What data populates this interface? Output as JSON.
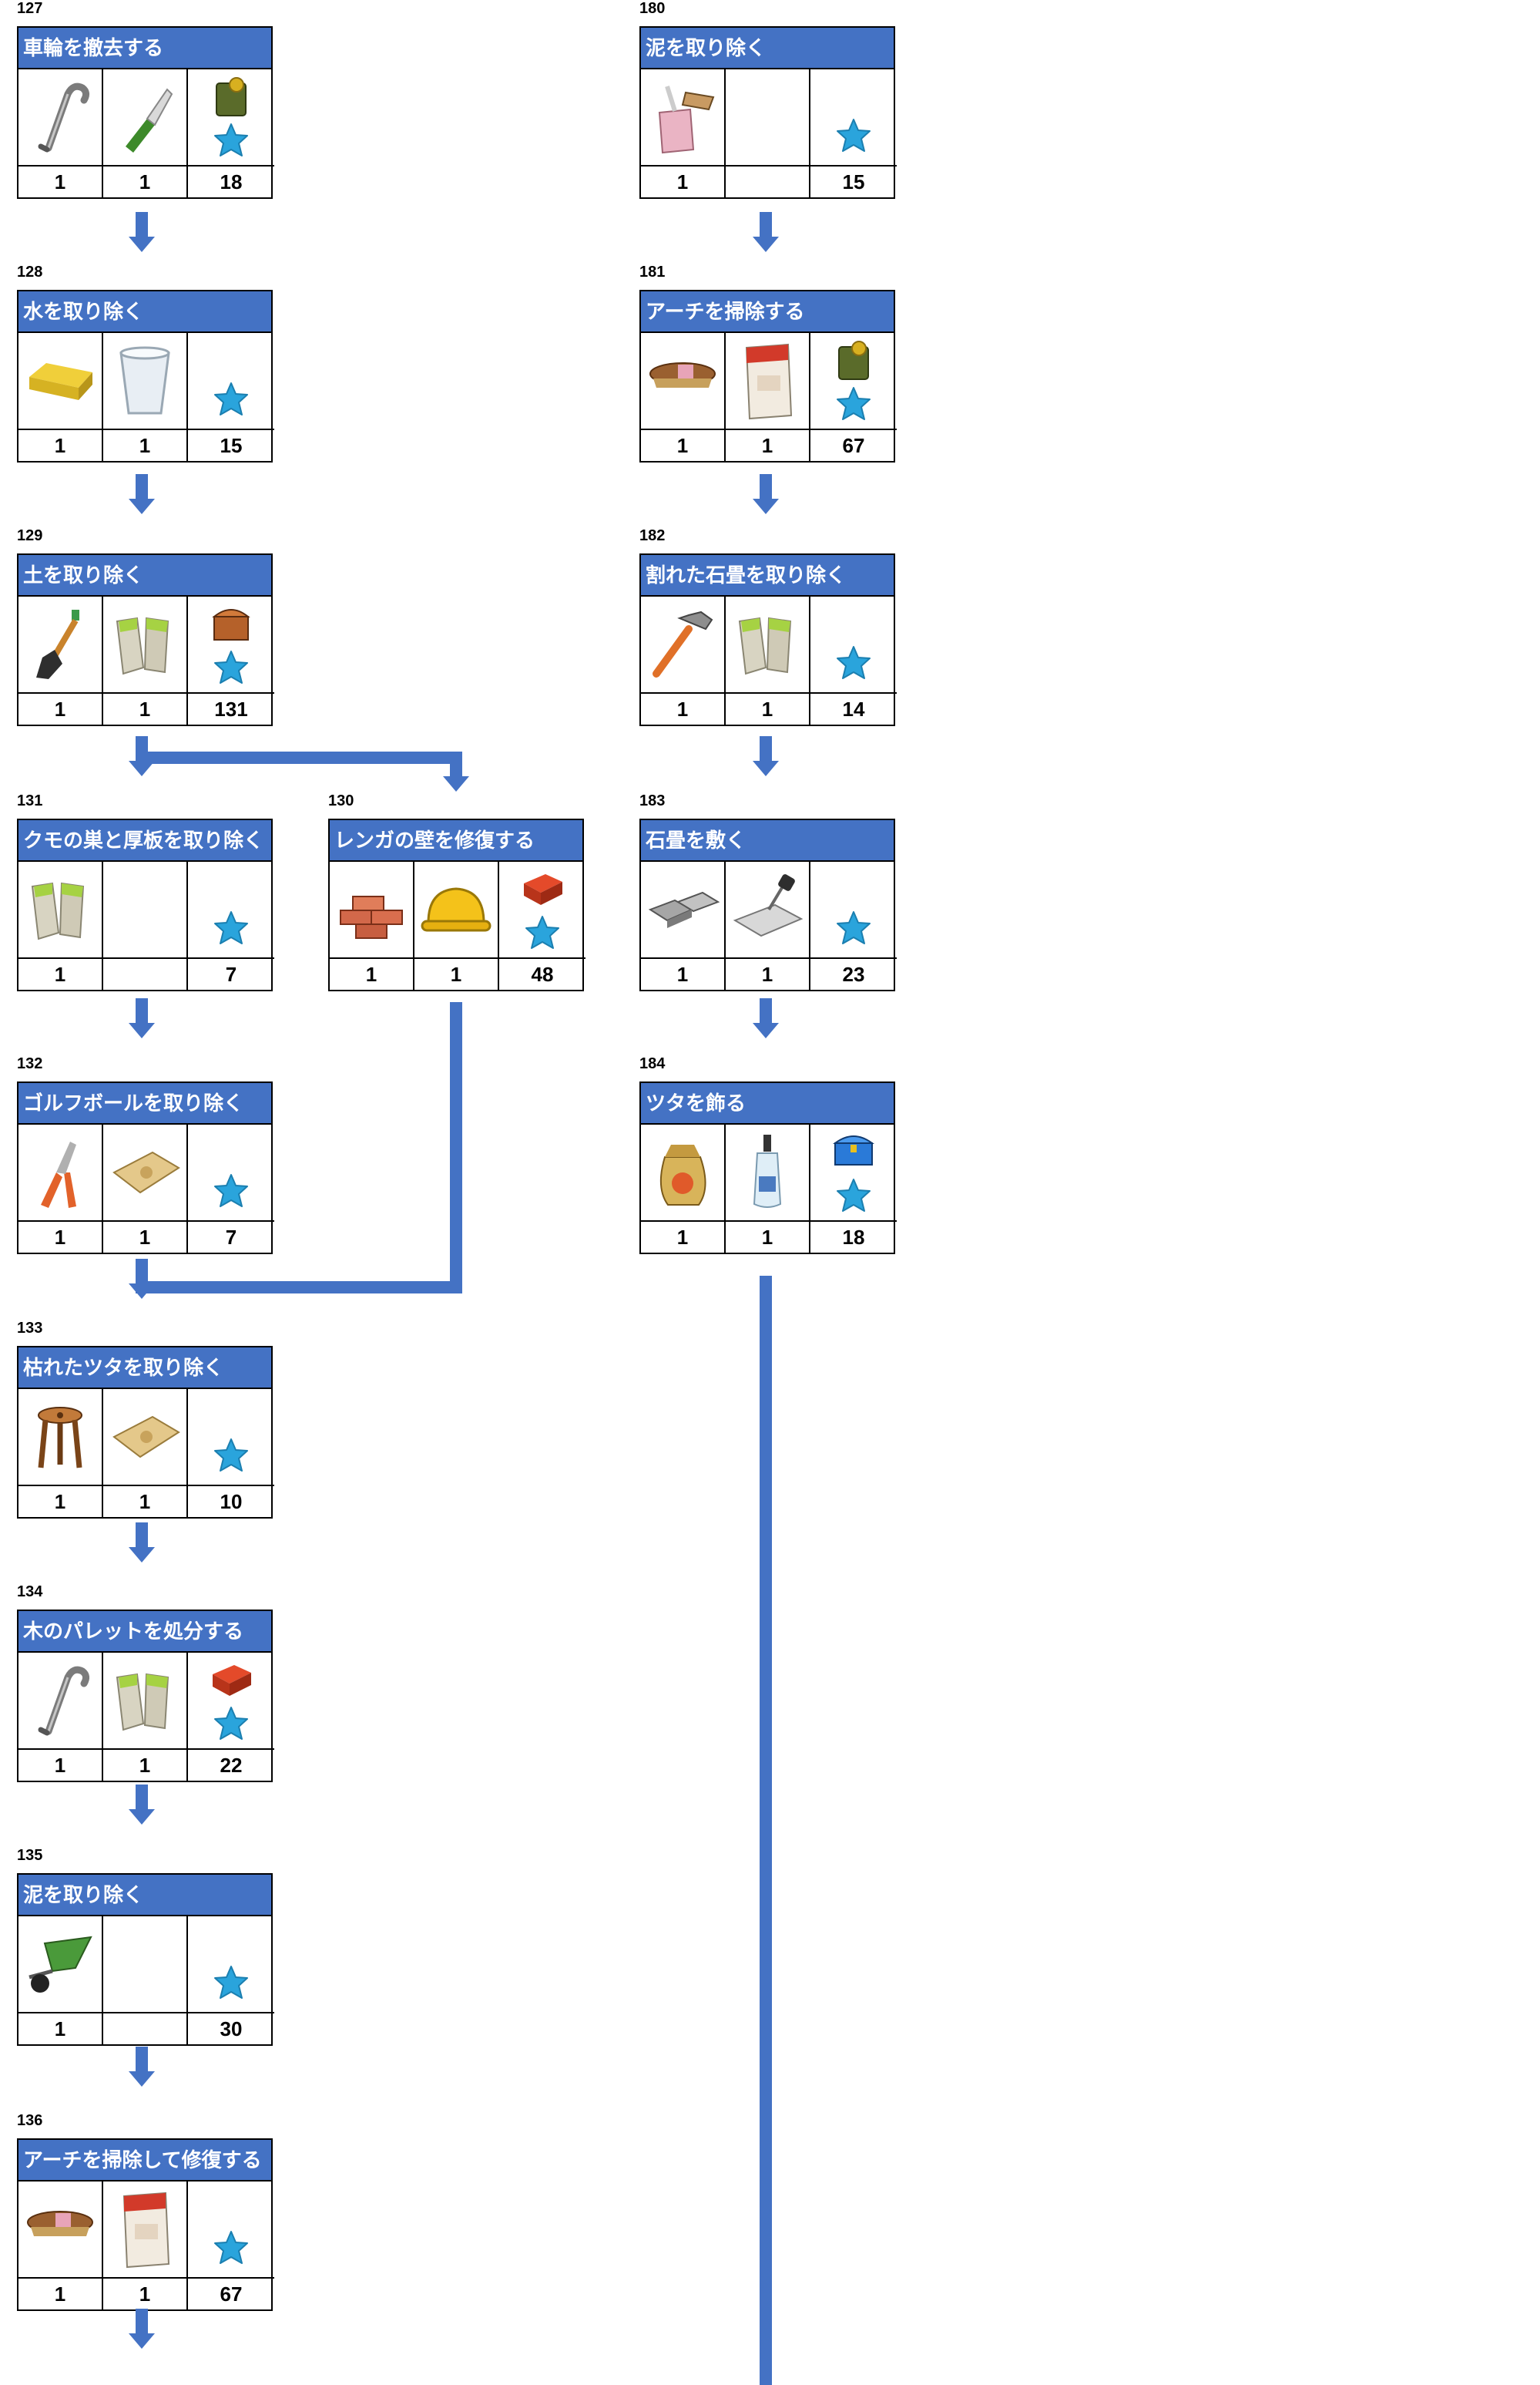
{
  "colors": {
    "header": "#4472c4",
    "arrow": "#4472c4",
    "border": "#000000"
  },
  "tasks": [
    {
      "id": "127",
      "title": "車輪を撤去する",
      "items": [
        "crowbar-icon",
        "utility-knife-icon",
        "fuel-can-star-icon"
      ],
      "qty": [
        "1",
        "1",
        "18"
      ]
    },
    {
      "id": "128",
      "title": "水を取り除く",
      "items": [
        "sponge-icon",
        "bucket-icon",
        "star-icon"
      ],
      "qty": [
        "1",
        "1",
        "15"
      ]
    },
    {
      "id": "129",
      "title": "土を取り除く",
      "items": [
        "shovel-icon",
        "gloves-icon",
        "chest-star-icon"
      ],
      "qty": [
        "1",
        "1",
        "131"
      ]
    },
    {
      "id": "131",
      "title": "クモの巣と厚板を取り除く",
      "items": [
        "gloves-icon",
        "",
        "star-icon"
      ],
      "qty": [
        "1",
        "",
        "7"
      ]
    },
    {
      "id": "130",
      "title": "レンガの壁を修復する",
      "items": [
        "bricks-icon",
        "hard-hat-icon",
        "brick-box-star-icon"
      ],
      "qty": [
        "1",
        "1",
        "48"
      ]
    },
    {
      "id": "132",
      "title": "ゴルフボールを取り除く",
      "items": [
        "pliers-icon",
        "sandbag-icon",
        "star-icon"
      ],
      "qty": [
        "1",
        "1",
        "7"
      ]
    },
    {
      "id": "133",
      "title": "枯れたツタを取り除く",
      "items": [
        "stool-icon",
        "sandbag-icon",
        "star-icon"
      ],
      "qty": [
        "1",
        "1",
        "10"
      ]
    },
    {
      "id": "134",
      "title": "木のパレットを処分する",
      "items": [
        "crowbar-icon",
        "gloves-icon",
        "brick-box-star-icon"
      ],
      "qty": [
        "1",
        "1",
        "22"
      ]
    },
    {
      "id": "135",
      "title": "泥を取り除く",
      "items": [
        "wheelbarrow-icon",
        "",
        "star-icon"
      ],
      "qty": [
        "1",
        "",
        "30"
      ]
    },
    {
      "id": "136",
      "title": "アーチを掃除して修復する",
      "items": [
        "brush-icon",
        "cement-bag-icon",
        "star-icon"
      ],
      "qty": [
        "1",
        "1",
        "67"
      ]
    },
    {
      "id": "180",
      "title": "泥を取り除く",
      "items": [
        "dustpan-icon",
        "",
        "star-icon"
      ],
      "qty": [
        "1",
        "",
        "15"
      ]
    },
    {
      "id": "181",
      "title": "アーチを掃除する",
      "items": [
        "brush-icon",
        "cement-bag-icon",
        "fuel-can-star-icon"
      ],
      "qty": [
        "1",
        "1",
        "67"
      ]
    },
    {
      "id": "182",
      "title": "割れた石畳を取り除く",
      "items": [
        "hammer-icon",
        "gloves-icon",
        "star-icon"
      ],
      "qty": [
        "1",
        "1",
        "14"
      ]
    },
    {
      "id": "183",
      "title": "石畳を敷く",
      "items": [
        "paving-stones-icon",
        "trowel-icon",
        "star-icon"
      ],
      "qty": [
        "1",
        "1",
        "23"
      ]
    },
    {
      "id": "184",
      "title": "ツタを飾る",
      "items": [
        "seed-bag-icon",
        "dropper-bottle-icon",
        "blue-chest-star-icon"
      ],
      "qty": [
        "1",
        "1",
        "18"
      ]
    }
  ]
}
